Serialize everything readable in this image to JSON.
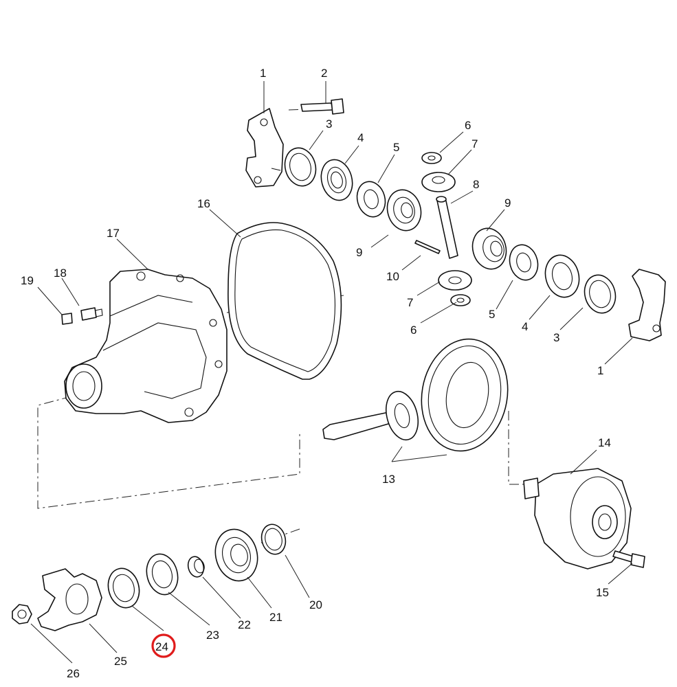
{
  "highlight_color": "#e01c1c",
  "callouts": {
    "c1a": "1",
    "c2": "2",
    "c3a": "3",
    "c4a": "4",
    "c5a": "5",
    "c6a": "6",
    "c7a": "7",
    "c8": "8",
    "c9a": "9",
    "c9b": "9",
    "c10": "10",
    "c16": "16",
    "c17": "17",
    "c18": "18",
    "c19": "19",
    "c7b": "7",
    "c6b": "6",
    "c5b": "5",
    "c4b": "4",
    "c3b": "3",
    "c1b": "1",
    "c20": "20",
    "c13": "13",
    "c14": "14",
    "c15": "15",
    "c21": "21",
    "c22": "22",
    "c23": "23",
    "c24": "24",
    "c25": "25",
    "c26": "26"
  }
}
